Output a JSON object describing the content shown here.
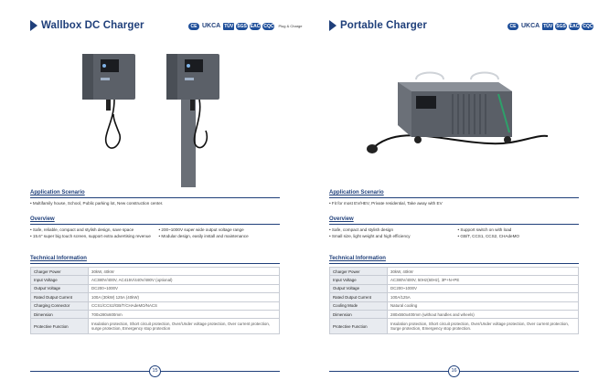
{
  "left": {
    "title": "Wallbox DC Charger",
    "certs": [
      "CE",
      "UKCA",
      "TÜV",
      "SGS",
      "EAC",
      "CQC"
    ],
    "cert_plug_text": "Plug & Charge",
    "application_heading": "Application Scenario",
    "application_text": "• Multifamily house, School, Public parking lot, New construction center.",
    "overview_heading": "Overview",
    "overview_items": [
      "• Safe, reliable, compact and stylish design, save space",
      "• 200~1000V super wide output voltage range",
      "• 15.6\" super big touch screen, support extra advertising revenue",
      "• Modular design, easily install and maintenance"
    ],
    "tech_heading": "Technical Information",
    "spec": [
      {
        "k": "Charger Power",
        "v": "30kW, 40kW"
      },
      {
        "k": "Input Voltage",
        "v": "AC380V/400V, AC415V/440V/480V (optional)"
      },
      {
        "k": "Output Voltage",
        "v": "DC200~1000V"
      },
      {
        "k": "Rated Output Current",
        "v": "100A (30kW)    125A (40kW)"
      },
      {
        "k": "Charging Connector",
        "v": "CCS1/CCS2/GB/T/CHAdeMO/NACS"
      },
      {
        "k": "Dimension",
        "v": "700x280x600mm"
      },
      {
        "k": "Protective Function",
        "v": "Insulation protection, Short circuit protection, Over/Under voltage protection, Over current protection, surge protection, Emergency stop protection"
      }
    ],
    "page_number": "15"
  },
  "right": {
    "title": "Portable Charger",
    "certs": [
      "CE",
      "UKCA",
      "TÜV",
      "SGS",
      "EAC",
      "CQC"
    ],
    "application_heading": "Application Scenario",
    "application_text": "• Fit for most EV/HEV, Private residential, Take away with EV",
    "overview_heading": "Overview",
    "overview_items": [
      "• Safe, compact and stylish design",
      "• Support switch on with load",
      "• Small size, light weight and high efficiency",
      "• GB/T, CCS1, CCS2, CHAdeMO"
    ],
    "tech_heading": "Technical Information",
    "spec": [
      {
        "k": "Charger Power",
        "v": "30kW, 40kW"
      },
      {
        "k": "Input Voltage",
        "v": "AC380V/400V, 50Hz(60Hz), 3P+N+PE"
      },
      {
        "k": "Output Voltage",
        "v": "DC200~1000V"
      },
      {
        "k": "Rated Output Current",
        "v": "100A/125A"
      },
      {
        "k": "Cooling Mode",
        "v": "Natural cooling"
      },
      {
        "k": "Dimension",
        "v": "280x550x400mm (without handles and wheels)"
      },
      {
        "k": "Protective Function",
        "v": "Insulation protection, Short circuit protection, Over/Under voltage protection, Over current protection, Surge protection, Emergency stop protection."
      }
    ],
    "page_number": "16"
  },
  "colors": {
    "accent": "#1f3f7a",
    "cert_blue": "#1f4f9a",
    "table_key_bg": "#e8ebf0"
  }
}
